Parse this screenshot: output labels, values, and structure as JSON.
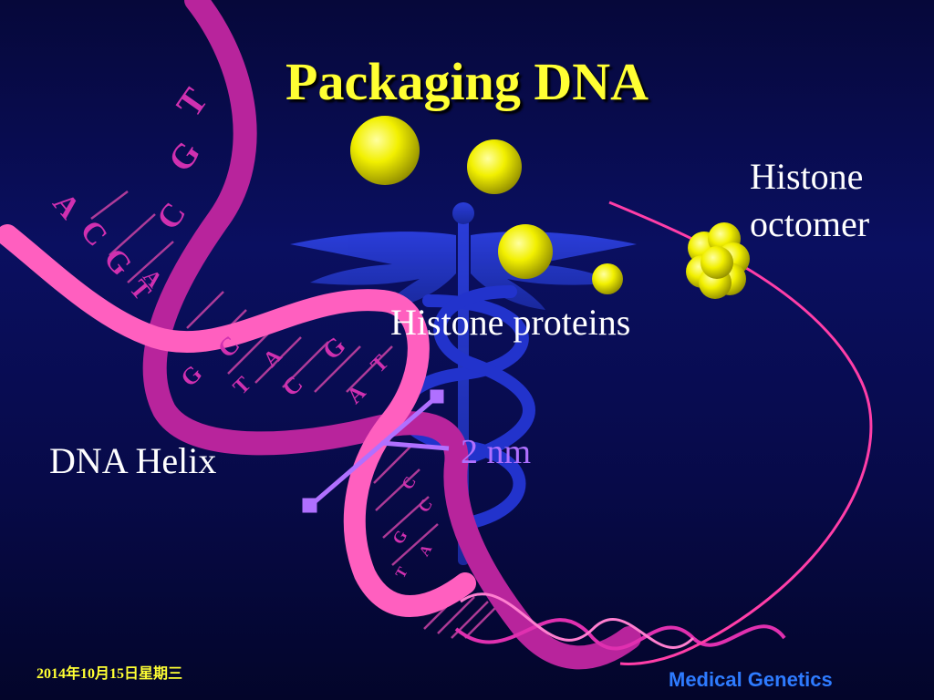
{
  "slide": {
    "title": "Packaging DNA",
    "labels": {
      "histone_octomer": [
        "Histone",
        "octomer"
      ],
      "histone_proteins": "Histone proteins",
      "dna_helix": "DNA Helix",
      "scale": "2 nm"
    },
    "footer": {
      "date": "2014年10月15日星期三",
      "brand": "Medical Genetics"
    },
    "base_letters": [
      "T",
      "G",
      "C",
      "A",
      "C",
      "G",
      "T",
      "A",
      "G",
      "C",
      "T",
      "A",
      "C",
      "G",
      "A",
      "T",
      "C",
      "G",
      "C",
      "T",
      "A"
    ]
  },
  "colors": {
    "title": "#ffff33",
    "strand_magenta": "#c2289f",
    "strand_pink": "#ff5fbf",
    "histone_yellow": "#f2f000",
    "caduceus_blue": "#2233cc",
    "scale_purple": "#b070ff",
    "footer_brand": "#2e7bff"
  }
}
